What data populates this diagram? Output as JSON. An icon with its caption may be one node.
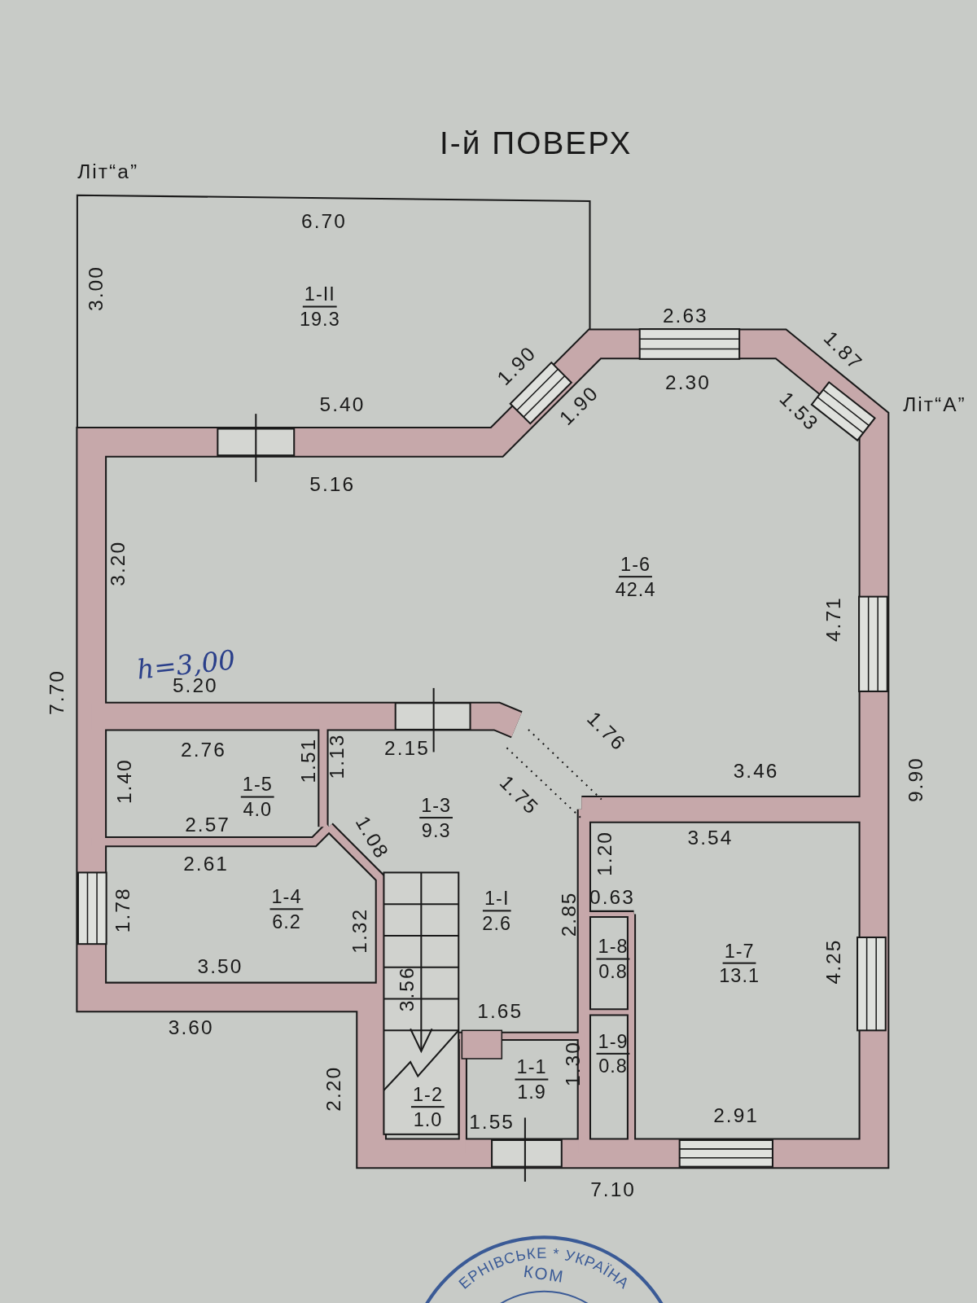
{
  "diagram": {
    "title": "I-й ПОВЕРХ",
    "nodes": [
      {
        "text": [
          "1-II",
          "19.3"
        ]
      },
      {
        "text": [
          "1-6",
          "42.4"
        ]
      },
      {
        "text": [
          "1-5",
          "4.0"
        ]
      },
      {
        "text": [
          "1-3",
          "9.3"
        ]
      },
      {
        "text": [
          "1-4",
          "6.2"
        ]
      },
      {
        "text": [
          "1-I",
          "2.6"
        ]
      },
      {
        "text": [
          "1-8",
          "0.8"
        ]
      },
      {
        "text": [
          "1-7",
          "13.1"
        ]
      },
      {
        "text": [
          "1-1",
          "1.9"
        ]
      },
      {
        "text": [
          "1-9",
          "0.8"
        ]
      },
      {
        "text": [
          "1-2",
          "1.0"
        ]
      }
    ],
    "edges": [],
    "labels": [
      "Літ“а”",
      "6.70",
      "3.00",
      "2.63",
      "1.90",
      "1.87",
      "2.30",
      "Літ“А”",
      "1.90",
      "5.40",
      "1.53",
      "5.16",
      "3.20",
      "4.71",
      "7.70",
      "h=3,00",
      "5.20",
      "1.76",
      "2.76",
      "1.51",
      "1.13",
      "2.15",
      "1.40",
      "1.75",
      "3.46",
      "9.90",
      "2.57",
      "1.08",
      "3.54",
      "2.61",
      "1.20",
      "0.63",
      "1.78",
      "1.32",
      "2.85",
      "4.25",
      "3.50",
      "3.56",
      "3.60",
      "1.65",
      "1.30",
      "2.20",
      "1.55",
      "2.91",
      "7.10",
      "ЕРНІВСЬКЕ * УКРАЇНА",
      "КОМ"
    ]
  }
}
